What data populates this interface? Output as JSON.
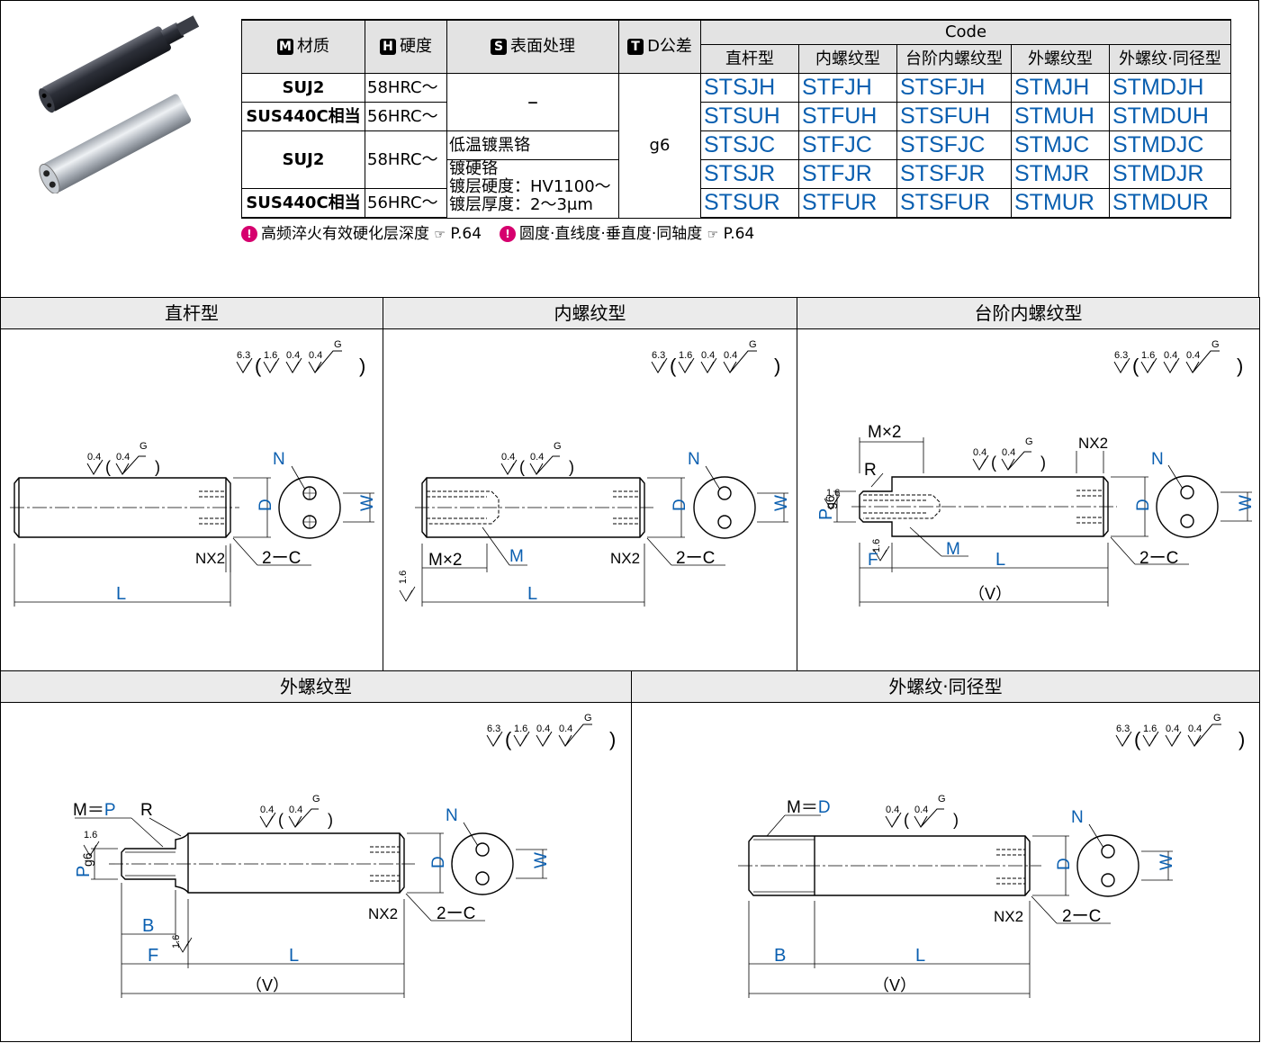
{
  "spec_table": {
    "headers": {
      "material": {
        "badge": "M",
        "label": "材质"
      },
      "hardness": {
        "badge": "H",
        "label": "硬度"
      },
      "surface": {
        "badge": "S",
        "label": "表面处理"
      },
      "tolerance": {
        "badge": "T",
        "label": "D公差"
      },
      "code": "Code"
    },
    "code_types": [
      "直杆型",
      "内螺纹型",
      "台阶内螺纹型",
      "外螺纹型",
      "外螺纹·同径型"
    ],
    "materials": [
      "SUJ2",
      "SUS440C相当",
      "SUJ2",
      "SUS440C相当"
    ],
    "hardness": [
      "58HRC～",
      "56HRC～",
      "58HRC～",
      "56HRC～"
    ],
    "surface": [
      "–",
      "低温镀黑铬",
      "镀硬铬",
      "镀层硬度：HV1100～",
      "镀层厚度：2～3μm"
    ],
    "tolerance": "g6",
    "codes": [
      [
        "STSJH",
        "STFJH",
        "STSFJH",
        "STMJH",
        "STMDJH"
      ],
      [
        "STSUH",
        "STFUH",
        "STSFUH",
        "STMUH",
        "STMDUH"
      ],
      [
        "STSJC",
        "STFJC",
        "STSFJC",
        "STMJC",
        "STMDJC"
      ],
      [
        "STSJR",
        "STFJR",
        "STSFJR",
        "STMJR",
        "STMDJR"
      ],
      [
        "STSUR",
        "STFUR",
        "STSFUR",
        "STMUR",
        "STMDUR"
      ]
    ]
  },
  "notes": [
    {
      "text": "高频淬火有效硬化层深度",
      "ref": "P.64"
    },
    {
      "text": "圆度·直线度·垂直度·同轴度",
      "ref": "P.64"
    }
  ],
  "panels": {
    "straight": {
      "title": "直杆型"
    },
    "internal": {
      "title": "内螺纹型"
    },
    "stepped": {
      "title": "台阶内螺纹型"
    },
    "external": {
      "title": "外螺纹型"
    },
    "external_same": {
      "title": "外螺纹·同径型"
    }
  },
  "surface_symbols": {
    "main": "6.3",
    "sub": [
      "1.6",
      "0.4",
      "0.4"
    ],
    "grind": "G",
    "shaft": "0.4",
    "end": "1.6"
  },
  "labels": {
    "L": "L",
    "D": "D",
    "W": "W",
    "N": "N",
    "NX2": "NX2",
    "C2": "2ーC",
    "M": "M",
    "MX2": "M×2",
    "P": "P",
    "g6": "g6",
    "R": "R",
    "F": "F",
    "V": "（V）",
    "B": "B",
    "M_eq": "M＝",
    "M_eq_P": "P",
    "M_eq_D": "D"
  },
  "colors": {
    "blue": "#0a5fb0",
    "header_gray": "#e3e3e3",
    "note_magenta": "#d6006e"
  }
}
